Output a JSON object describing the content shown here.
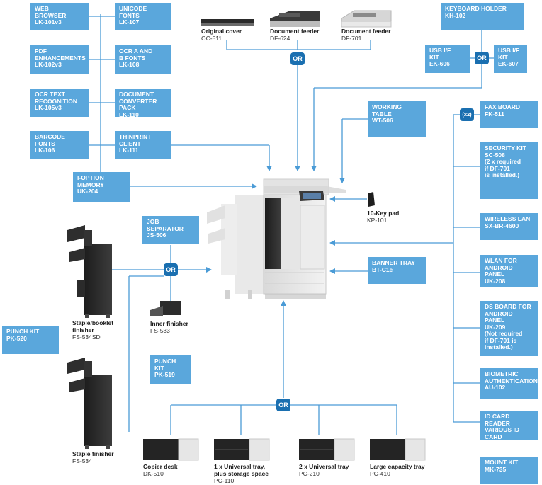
{
  "accent_color": "#5aa7dc",
  "badge_color": "#1a6fb0",
  "line_color": "#4a9bd6",
  "options": {
    "web_browser": {
      "title": "Web\nbrowser",
      "code": "LK-101v3"
    },
    "unicode_fonts": {
      "title": "Unicode\nfonts",
      "code": "LK-107"
    },
    "pdf_enhancements": {
      "title": "PDF\nenhancements",
      "code": "LK-102v3"
    },
    "ocr_a_b_fonts": {
      "title": "OCR A and\nB fonts",
      "code": "LK-108"
    },
    "ocr_text_recognition": {
      "title": "OCR text\nrecognition",
      "code": "LK-105v3"
    },
    "document_converter_pack": {
      "title": "Document\nconverter pack",
      "code": "LK-110"
    },
    "barcode_fonts": {
      "title": "Barcode\nfonts",
      "code": "LK-106"
    },
    "thinprint_client": {
      "title": "ThinPrint\nclient",
      "code": "LK-111"
    },
    "i_option_memory": {
      "title": "i-Option\nmemory",
      "code": "UK-204"
    },
    "keyboard_holder": {
      "title": "Keyboard holder",
      "code": "KH-102"
    },
    "usb_if_kit_606": {
      "title": "USB I/F\nkit",
      "code": "EK-606"
    },
    "usb_if_kit_607": {
      "title": "USB I/F\nkit",
      "code": "EK-607"
    },
    "working_table": {
      "title": "Working\ntable",
      "code": "WT-506"
    },
    "fax_board": {
      "title": "Fax board",
      "code": "FK-511"
    },
    "security_kit": {
      "title": "Security kit",
      "code": "SC-508\n(2 x required\nif DF-701\nis installed.)"
    },
    "wireless_lan": {
      "title": "Wireless LAN",
      "code": "SX-BR-4600"
    },
    "wlan_android": {
      "title": "WLAN for\nAndroid panel",
      "code": "UK-208"
    },
    "ds_board": {
      "title": "DS board for\nAndroid panel",
      "code": "UK-209\n(Not required\nif DF-701 is\ninstalled.)"
    },
    "biometric": {
      "title": "Biometric\nauthentication",
      "code": "AU-102"
    },
    "id_card_reader": {
      "title": "ID card reader\nvarious ID card\ntechnologies",
      "code": ""
    },
    "mount_kit": {
      "title": "Mount kit",
      "code": "MK-735"
    },
    "job_separator": {
      "title": "Job separator",
      "code": "JS-506"
    },
    "punch_kit_519": {
      "title": "Punch\nkit",
      "code": "PK-519"
    },
    "banner_tray": {
      "title": "Banner tray",
      "code": "BT-C1e"
    },
    "punch_kit_520": {
      "title": "Punch kit",
      "code": "PK-520"
    }
  },
  "badges": {
    "or": "OR",
    "x2": "(x2)"
  },
  "products": {
    "original_cover": {
      "name": "Original cover",
      "code": "OC-511"
    },
    "df624": {
      "name": "Document feeder",
      "code": "DF-624"
    },
    "df701": {
      "name": "Document feeder",
      "code": "DF-701"
    },
    "keypad": {
      "name": "10-Key pad",
      "code": "KP-101"
    },
    "staple_booklet": {
      "name": "Staple/booklet\nfinisher",
      "code": "FS-534SD"
    },
    "staple_finisher": {
      "name": "Staple finisher",
      "code": "FS-534"
    },
    "inner_finisher": {
      "name": "Inner finisher",
      "code": "FS-533"
    },
    "copier_desk": {
      "name": "Copier desk",
      "code": "DK-510"
    },
    "universal_1": {
      "name": "1 x Universal tray,\nplus storage space",
      "code": "PC-110"
    },
    "universal_2": {
      "name": "2 x Universal tray",
      "code": "PC-210"
    },
    "large_capacity": {
      "name": "Large capacity tray",
      "code": "PC-410"
    }
  }
}
